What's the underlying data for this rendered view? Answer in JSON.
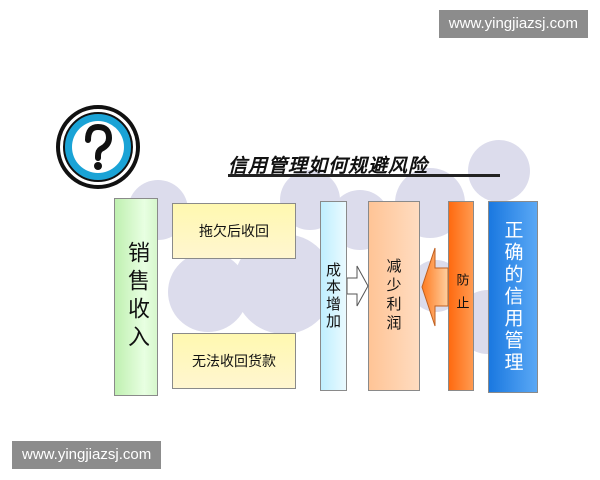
{
  "watermark": {
    "text": "www.yingjiazsj.com"
  },
  "title": "信用管理如何规避风险",
  "nodes": {
    "sales": "销售收入",
    "arrears": "拖欠后收回",
    "bad_debt": "无法收回货款",
    "cost": "成本增加",
    "profit": "减少利润",
    "prevent": "防止",
    "correct": "正确的信用管理"
  },
  "icon": {
    "name": "question-mark-icon",
    "color": "#1aa3d6"
  },
  "colors": {
    "sales": "#c8f2bb",
    "yellow": "#fff6c0",
    "cost": "#d6f5ff",
    "profit": "#ffcfa8",
    "prevent": "#ff7a1e",
    "correct": "#2b86e8",
    "circles": "#dcdcec"
  }
}
